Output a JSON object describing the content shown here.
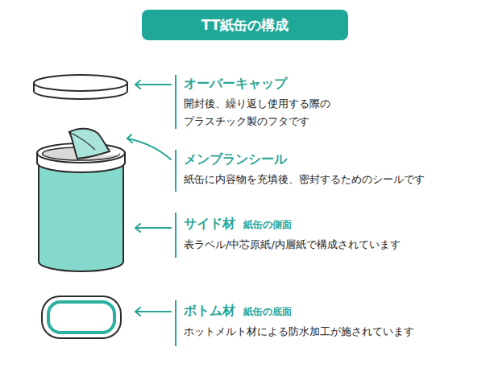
{
  "diagram": {
    "title": "TT紙缶の構成",
    "labels": [
      "オーバーキャップ",
      "開封後、繰り返し使用する際の プラスチック製のフタです",
      "メンブランシール",
      "紙缶に内容物を充填後、密封するためのシールです",
      "サイド材",
      "紙缶の側面",
      "表ラベル/中芯原紙/内層紙で構成されています",
      "ボトム材",
      "紙缶の底面",
      "ホットメルト材による防水加工が施されています"
    ]
  }
}
